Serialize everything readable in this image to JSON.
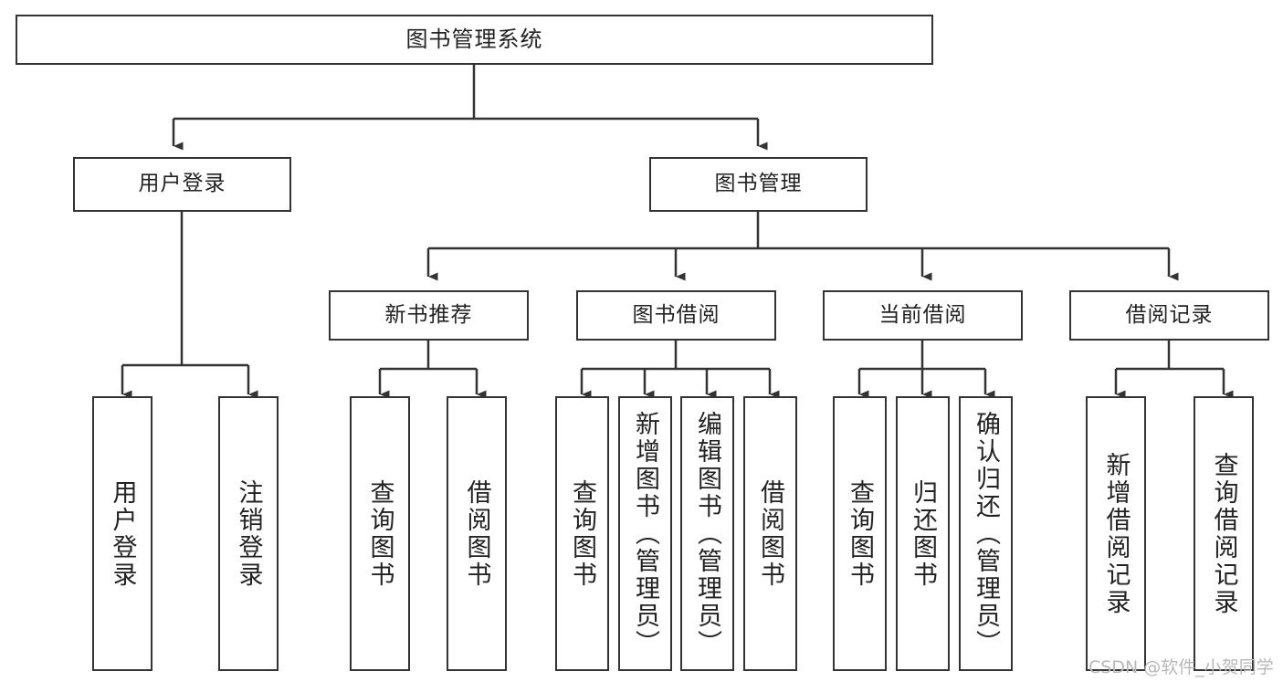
{
  "diagram": {
    "title": "图书管理系统",
    "watermark": "CSDN @软件_小贺同学",
    "colors": {
      "background": "#ffffff",
      "box_border": "#333333",
      "box_fill": "#ffffff",
      "connector": "#333333",
      "text": "#222222",
      "watermark": "#b8b8b8"
    },
    "nodes": {
      "root": "图书管理系统",
      "level2": {
        "user_login": "用户登录",
        "book_manage": "图书管理"
      },
      "level3": {
        "new_book_rec": "新书推荐",
        "book_borrow": "图书借阅",
        "current_borrow": "当前借阅",
        "borrow_record": "借阅记录"
      },
      "leaves": {
        "user_login_1": "用户登录",
        "user_login_2": "注销登录",
        "new_book_rec_1": "查询图书",
        "new_book_rec_2": "借阅图书",
        "book_borrow_1": "查询图书",
        "book_borrow_2": "新增图书（管理员）",
        "book_borrow_3": "编辑图书（管理员）",
        "book_borrow_4": "借阅图书",
        "current_borrow_1": "查询图书",
        "current_borrow_2": "归还图书",
        "current_borrow_3": "确认归还（管理员）",
        "borrow_record_1": "新增借阅记录",
        "borrow_record_2": "查询借阅记录"
      }
    }
  }
}
